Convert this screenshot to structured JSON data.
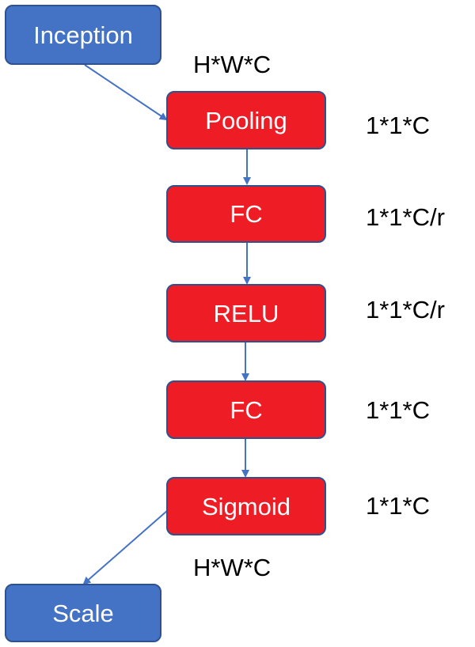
{
  "colors": {
    "blue_fill": "#4472c4",
    "red_fill": "#ee1c25",
    "outline": "#2f528f",
    "arrow": "#4472c4",
    "text_on_node": "#ffffff",
    "text_dim": "#000000"
  },
  "nodes": {
    "inception": "Inception",
    "pooling": "Pooling",
    "fc1": "FC",
    "relu": "RELU",
    "fc2": "FC",
    "sigmoid": "Sigmoid",
    "scale": "Scale"
  },
  "dims": {
    "input": "H*W*C",
    "pooling": "1*1*C",
    "fc1": "1*1*C/r",
    "relu": "1*1*C/r",
    "fc2": "1*1*C",
    "sigmoid": "1*1*C",
    "output": "H*W*C"
  }
}
